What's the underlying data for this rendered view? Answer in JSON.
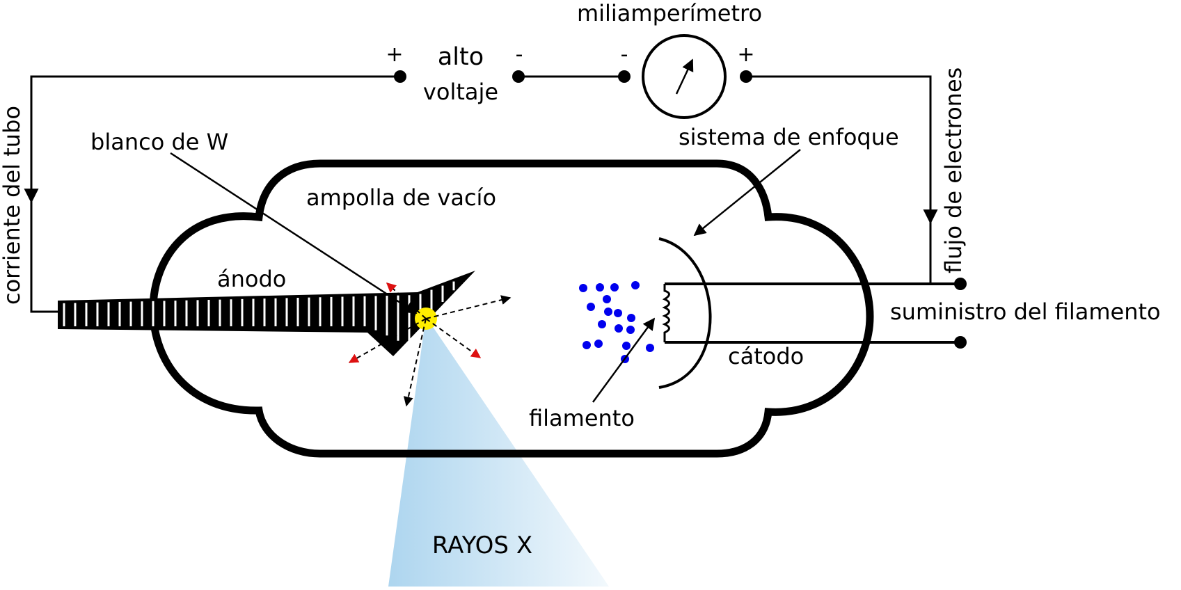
{
  "labels": {
    "meter": "miliamperímetro",
    "high_voltage_1": "alto",
    "high_voltage_2": "voltaje",
    "tube_current": "corriente del tubo",
    "electron_flow": "flujo de electrones",
    "target": "blanco de W",
    "focus_system": "sistema de enfoque",
    "vacuum_bulb": "ampolla de vacío",
    "anode": "ánodo",
    "filament_supply": "suministro del filamento",
    "cathode": "cátodo",
    "filament": "filamento",
    "xrays": "RAYOS X"
  },
  "polarity": {
    "source_left": "+",
    "source_right": "-",
    "meter_left": "-",
    "meter_right": "+"
  },
  "colors": {
    "line": "#000000",
    "electrons": "#0000ee",
    "focal_spot": "#ffee00",
    "scatter_arrows": "#dd1111",
    "xray_beam": "#a9d3ee"
  }
}
